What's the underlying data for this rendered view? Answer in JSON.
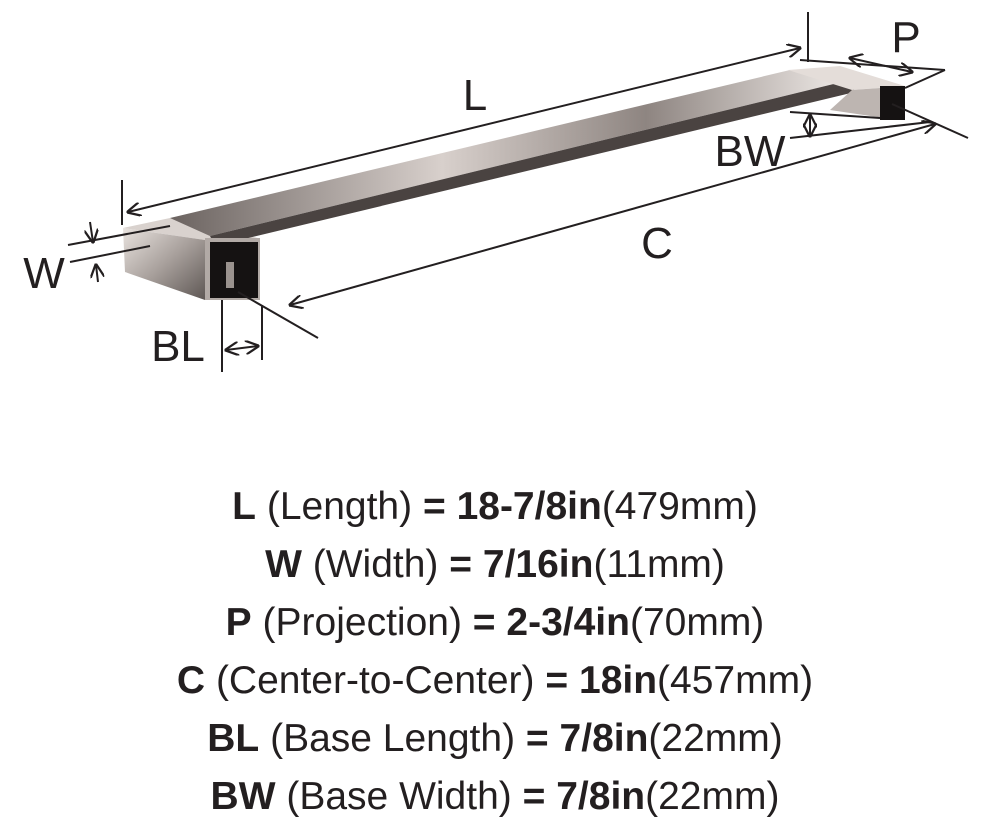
{
  "diagram": {
    "labels": {
      "L": "L",
      "P": "P",
      "BW": "BW",
      "C": "C",
      "W": "W",
      "BL": "BL"
    }
  },
  "specs": [
    {
      "code": "L",
      "name": "(Length)",
      "eq": "=",
      "imperial": "18-7/8in",
      "metric": "(479mm)"
    },
    {
      "code": "W",
      "name": "(Width)",
      "eq": "=",
      "imperial": "7/16in",
      "metric": "(11mm)"
    },
    {
      "code": "P",
      "name": "(Projection)",
      "eq": "=",
      "imperial": "2-3/4in",
      "metric": "(70mm)"
    },
    {
      "code": "C",
      "name": "(Center-to-Center)",
      "eq": "=",
      "imperial": "18in",
      "metric": "(457mm)"
    },
    {
      "code": "BL",
      "name": "(Base Length)",
      "eq": "=",
      "imperial": "7/8in",
      "metric": "(22mm)"
    },
    {
      "code": "BW",
      "name": "(Base Width)",
      "eq": "=",
      "imperial": "7/8in",
      "metric": "(22mm)"
    }
  ]
}
